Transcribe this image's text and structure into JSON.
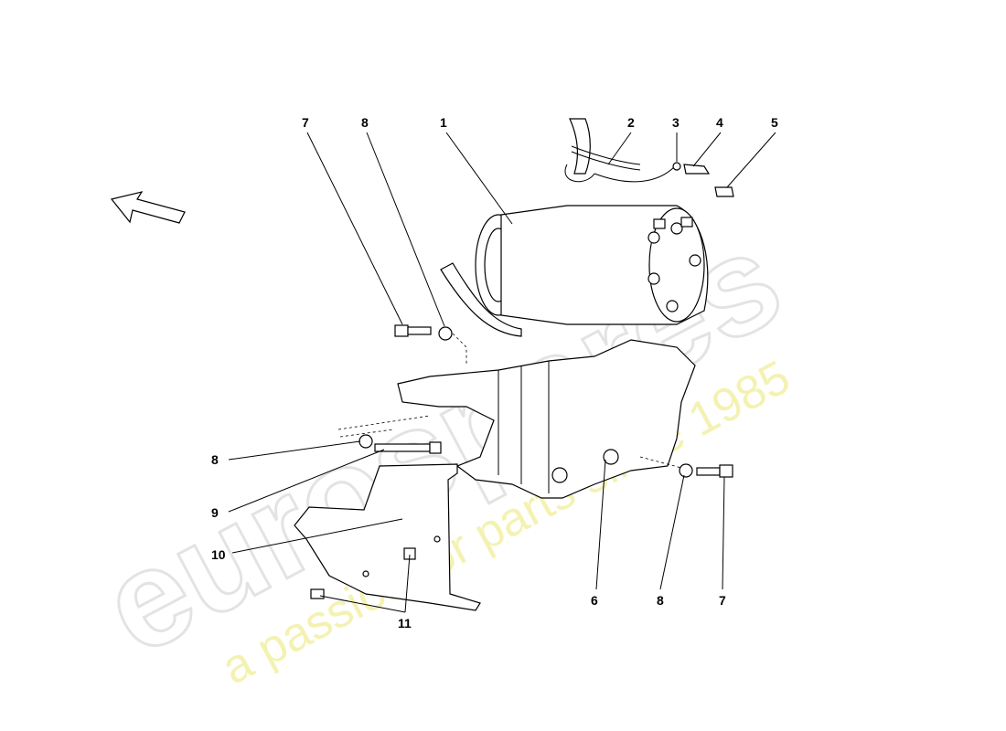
{
  "watermark": {
    "brand": "eurospares",
    "tagline": "a passion for parts since 1985"
  },
  "callouts": [
    {
      "id": "7-top",
      "text": "7"
    },
    {
      "id": "8-top",
      "text": "8"
    },
    {
      "id": "1",
      "text": "1"
    },
    {
      "id": "2",
      "text": "2"
    },
    {
      "id": "3",
      "text": "3"
    },
    {
      "id": "4",
      "text": "4"
    },
    {
      "id": "5",
      "text": "5"
    },
    {
      "id": "8-left",
      "text": "8"
    },
    {
      "id": "9",
      "text": "9"
    },
    {
      "id": "10",
      "text": "10"
    },
    {
      "id": "11",
      "text": "11"
    },
    {
      "id": "6",
      "text": "6"
    },
    {
      "id": "8-bottom",
      "text": "8"
    },
    {
      "id": "7-bottom",
      "text": "7"
    }
  ],
  "icons": {
    "direction": "arrow-icon"
  }
}
